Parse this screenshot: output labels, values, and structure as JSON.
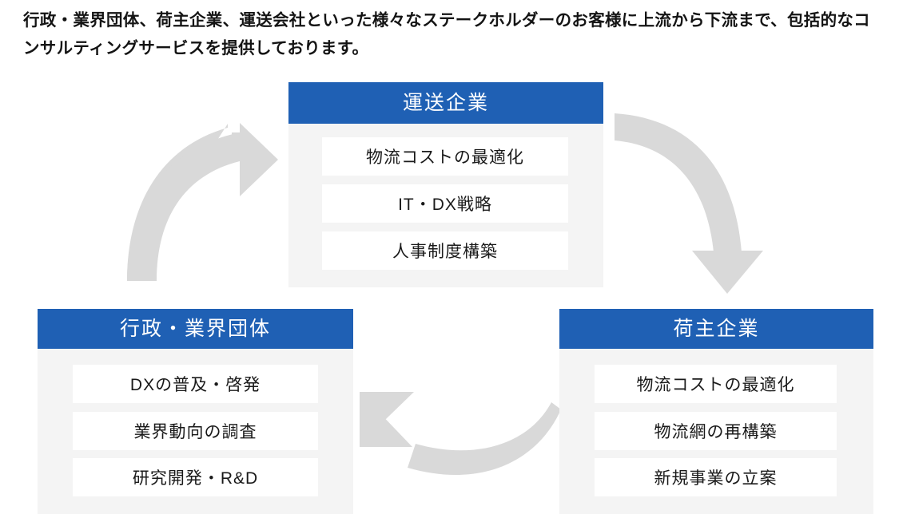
{
  "lead": {
    "text": "行政・業界団体、荷主企業、運送会社といった様々なステークホルダーのお客様に上流から下流まで、包括的なコンサルティングサービスを提供しております。"
  },
  "colors": {
    "header_blue": "#1f60b4",
    "panel_background": "#f4f4f4",
    "item_background": "#ffffff",
    "arrow_gray": "#d9d9d9",
    "text": "#1a1a1a"
  },
  "panels": [
    {
      "id": "transport",
      "title": "運送企業",
      "items": [
        "物流コストの最適化",
        "IT・DX戦略",
        "人事制度構築"
      ]
    },
    {
      "id": "government",
      "title": "行政・業界団体",
      "items": [
        "DXの普及・啓発",
        "業界動向の調査",
        "研究開発・R&D"
      ]
    },
    {
      "id": "shipper",
      "title": "荷主企業",
      "items": [
        "物流コストの最適化",
        "物流網の再構築",
        "新規事業の立案"
      ]
    }
  ],
  "arrows": [
    {
      "id": "government-to-transport",
      "direction": "up-right",
      "from": "行政・業界団体",
      "to": "運送企業"
    },
    {
      "id": "transport-to-shipper",
      "direction": "down-right",
      "from": "運送企業",
      "to": "荷主企業"
    },
    {
      "id": "shipper-to-government",
      "direction": "left-up",
      "from": "荷主企業",
      "to": "行政・業界団体"
    }
  ]
}
